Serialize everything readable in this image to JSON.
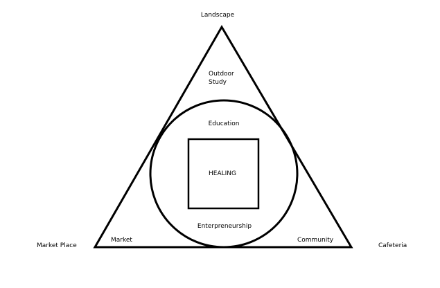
{
  "diagram": {
    "corners": {
      "top": "Landscape",
      "bottom_left": "Market Place",
      "bottom_right": "Cafeteria"
    },
    "inner_labels": {
      "outdoor_study_line1": "Outdoor",
      "outdoor_study_line2": "Study",
      "education": "Education",
      "market": "Market",
      "community": "Community",
      "entrepreneurship": "Enterpreneurship"
    },
    "center": {
      "label": "HEALING"
    },
    "colors": {
      "stroke": "#000000",
      "background": "#ffffff",
      "text": "#000000"
    }
  }
}
